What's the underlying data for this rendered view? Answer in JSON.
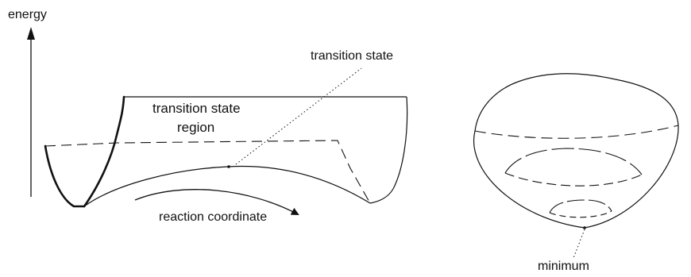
{
  "diagram": {
    "labels": {
      "energy": "energy",
      "transition_state": "transition state",
      "transition_state_region_line1": "transition state",
      "transition_state_region_line2": "region",
      "reaction_coordinate": "reaction coordinate",
      "minimum": "minimum"
    }
  }
}
